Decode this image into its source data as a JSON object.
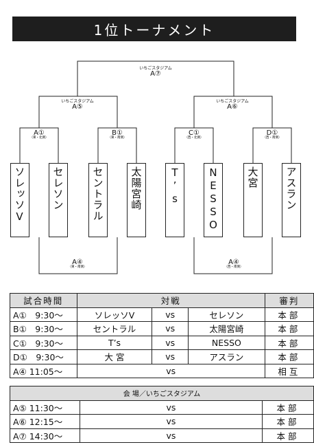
{
  "title": "1位トーナメント",
  "bracket": {
    "final": {
      "venue": "いちごスタジアム",
      "code": "A⑦"
    },
    "semi_left": {
      "venue": "いちごスタジアム",
      "code": "A⑤"
    },
    "semi_right": {
      "venue": "いちごスタジアム",
      "code": "A⑥"
    },
    "qf": [
      {
        "code": "A①",
        "sub": "（東・北側）"
      },
      {
        "code": "B①",
        "sub": "（東・南側）"
      },
      {
        "code": "C①",
        "sub": "（西・北側）"
      },
      {
        "code": "D①",
        "sub": "（西・南側）"
      }
    ],
    "teams": [
      "ソレッソV",
      "セレソン",
      "セントラル",
      "太陽宮崎",
      "T’s",
      "NESSO",
      "大宮",
      "アスラン"
    ],
    "lower_left": {
      "code": "A④",
      "sub": "（東・南側）"
    },
    "lower_right": {
      "code": "A④",
      "sub": "（西・南側）"
    }
  },
  "schedule": {
    "headers": {
      "time": "試合時間",
      "match": "対戦",
      "ref": "審判"
    },
    "rows": [
      {
        "time": "A①　9:30～",
        "team1": "ソレッソV",
        "vs": "vs",
        "team2": "セレソン",
        "ref": "本部"
      },
      {
        "time": "B①　9:30～",
        "team1": "セントラル",
        "vs": "vs",
        "team2": "太陽宮崎",
        "ref": "本部"
      },
      {
        "time": "C①　9:30～",
        "team1": "T’s",
        "vs": "vs",
        "team2": "NESSO",
        "ref": "本部"
      },
      {
        "time": "D①　9:30～",
        "team1": "大 宮",
        "vs": "vs",
        "team2": "アスラン",
        "ref": "本部"
      },
      {
        "time": "A④ 11:05～",
        "vs": "vs",
        "ref": "相互"
      }
    ]
  },
  "schedule2": {
    "venue_header": "会 場／いちごスタジアム",
    "rows": [
      {
        "time": "A⑤ 11:30～",
        "vs": "vs",
        "ref": "本部"
      },
      {
        "time": "A⑥ 12:15～",
        "vs": "vs",
        "ref": "本部"
      },
      {
        "time": "A⑦ 14:30～",
        "vs": "vs",
        "ref": "本部"
      }
    ]
  }
}
